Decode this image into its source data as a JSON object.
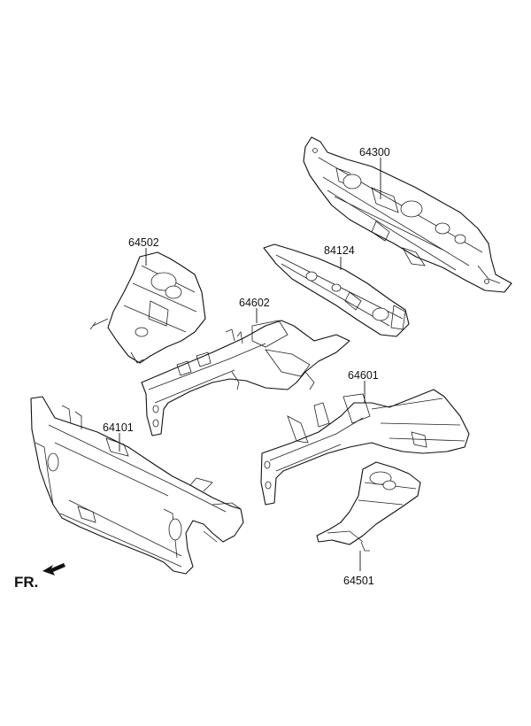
{
  "direction_label": "FR.",
  "parts": [
    {
      "number": "64300"
    },
    {
      "number": "84124"
    },
    {
      "number": "64502"
    },
    {
      "number": "64602"
    },
    {
      "number": "64601"
    },
    {
      "number": "64101"
    },
    {
      "number": "64501"
    }
  ]
}
